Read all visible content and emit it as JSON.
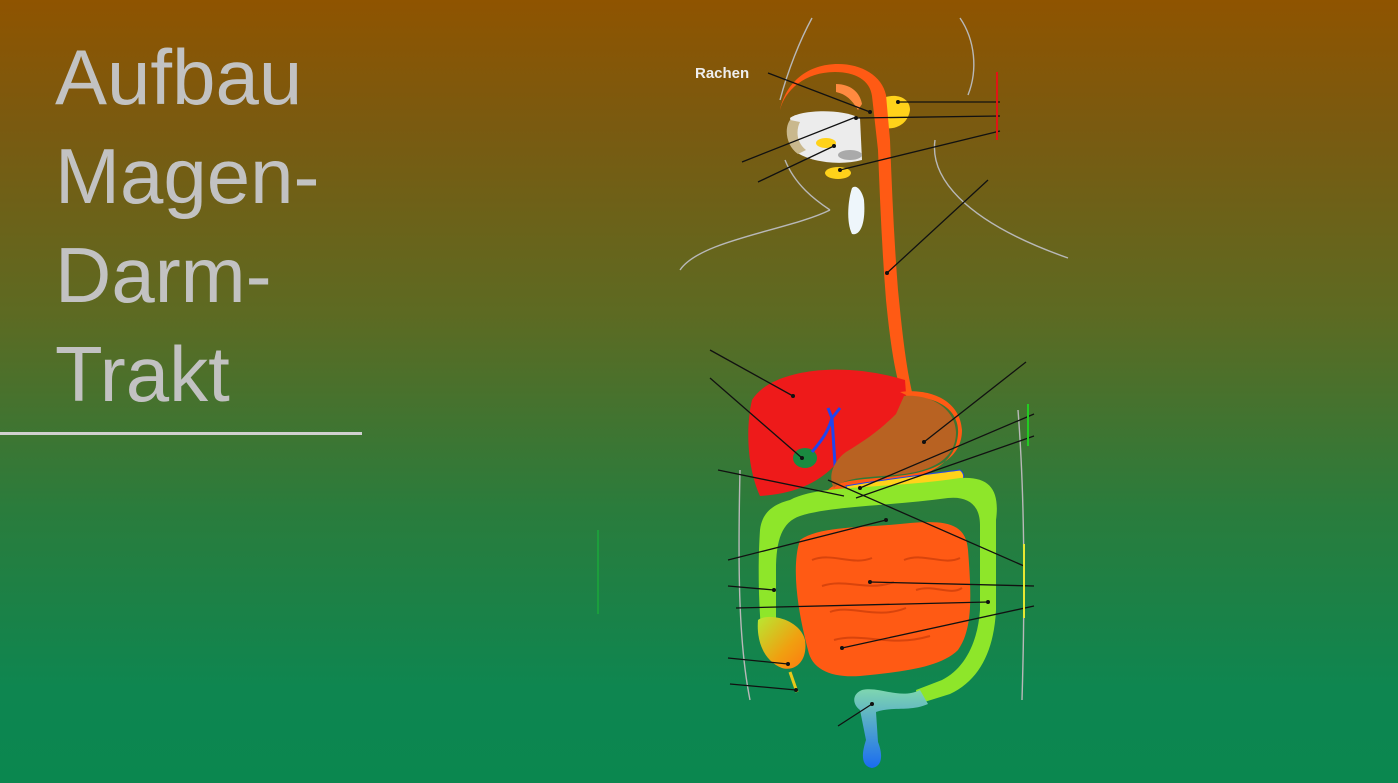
{
  "title": {
    "lines": [
      "Aufbau",
      "Magen-",
      "Darm-",
      "Trakt"
    ]
  },
  "diagram": {
    "labels": {
      "rachen": "Rachen"
    }
  },
  "colors": {
    "accent_red": "#e21414",
    "esophagus_orange": "#ff5a14",
    "salivary_yellow": "#ffd21a",
    "colon_green": "#8ee62a",
    "bracket_green": "#22cc22",
    "bracket_yellow": "#e8e832"
  }
}
